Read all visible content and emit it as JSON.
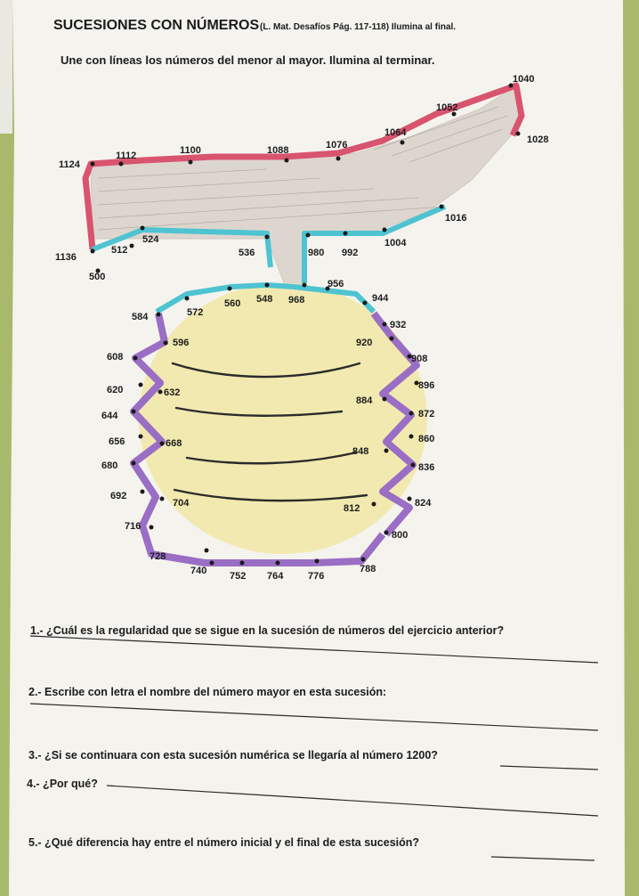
{
  "header": {
    "title": "SUCESIONES CON NÚMEROS",
    "source": "(L. Mat. Desafíos Pág. 117-118) Ilumina al final."
  },
  "instruction": "Une con líneas los números del menor al mayor. Ilumina al  terminar.",
  "puzzle_numbers": [
    "500",
    "512",
    "524",
    "536",
    "548",
    "560",
    "572",
    "584",
    "596",
    "608",
    "620",
    "632",
    "644",
    "656",
    "668",
    "680",
    "692",
    "704",
    "716",
    "728",
    "740",
    "752",
    "764",
    "776",
    "788",
    "800",
    "812",
    "824",
    "836",
    "848",
    "860",
    "872",
    "884",
    "896",
    "908",
    "920",
    "932",
    "944",
    "956",
    "968",
    "980",
    "992",
    "1004",
    "1016",
    "1028",
    "1040",
    "1052",
    "1064",
    "1076",
    "1088",
    "1100",
    "1112",
    "1124",
    "1136"
  ],
  "colors": {
    "pink_line": "#d8546f",
    "cyan_line": "#4ec3d1",
    "purple_line": "#9a6ec4",
    "yellow_fill": "#f2e9b0",
    "gray_fill": "#ddd6cf",
    "background": "#a8b96b"
  },
  "questions": [
    "1.- ¿Cuál es la regularidad que se sigue en la sucesión de números del ejercicio anterior?",
    "2.- Escribe con letra el nombre del número mayor en esta sucesión:",
    "3.- ¿Si se continuara con esta sucesión numérica se llegaría al número 1200?",
    "4.- ¿Por qué?",
    "5.- ¿Qué diferencia hay entre el número inicial y el final de esta sucesión?"
  ]
}
